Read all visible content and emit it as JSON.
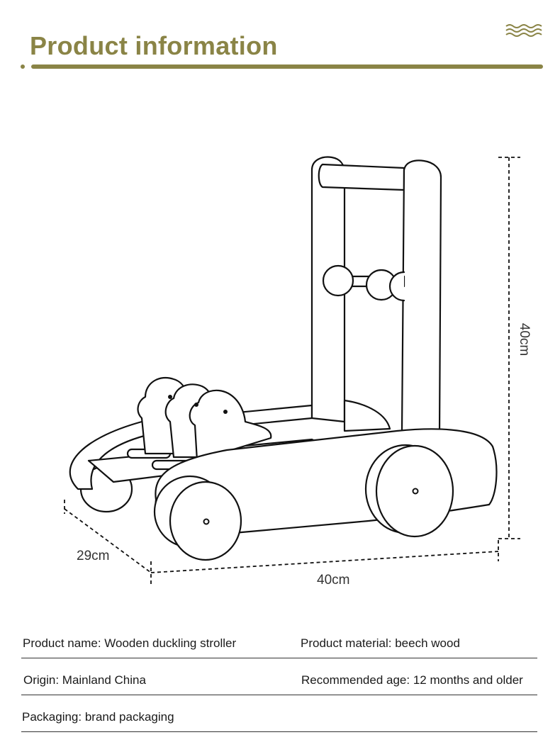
{
  "header": {
    "title": "Product information",
    "accent_color": "#8a8446",
    "decoration_icon": "wave-icon"
  },
  "dimensions": {
    "height": "40cm",
    "depth": "29cm",
    "width": "40cm"
  },
  "specs": [
    {
      "left": "Product name: Wooden duckling stroller",
      "right": "Product material: beech wood"
    },
    {
      "left": "Origin: Mainland China",
      "right": "Recommended age: 12 months and older"
    },
    {
      "left": "Packaging: brand packaging",
      "right": ""
    }
  ]
}
